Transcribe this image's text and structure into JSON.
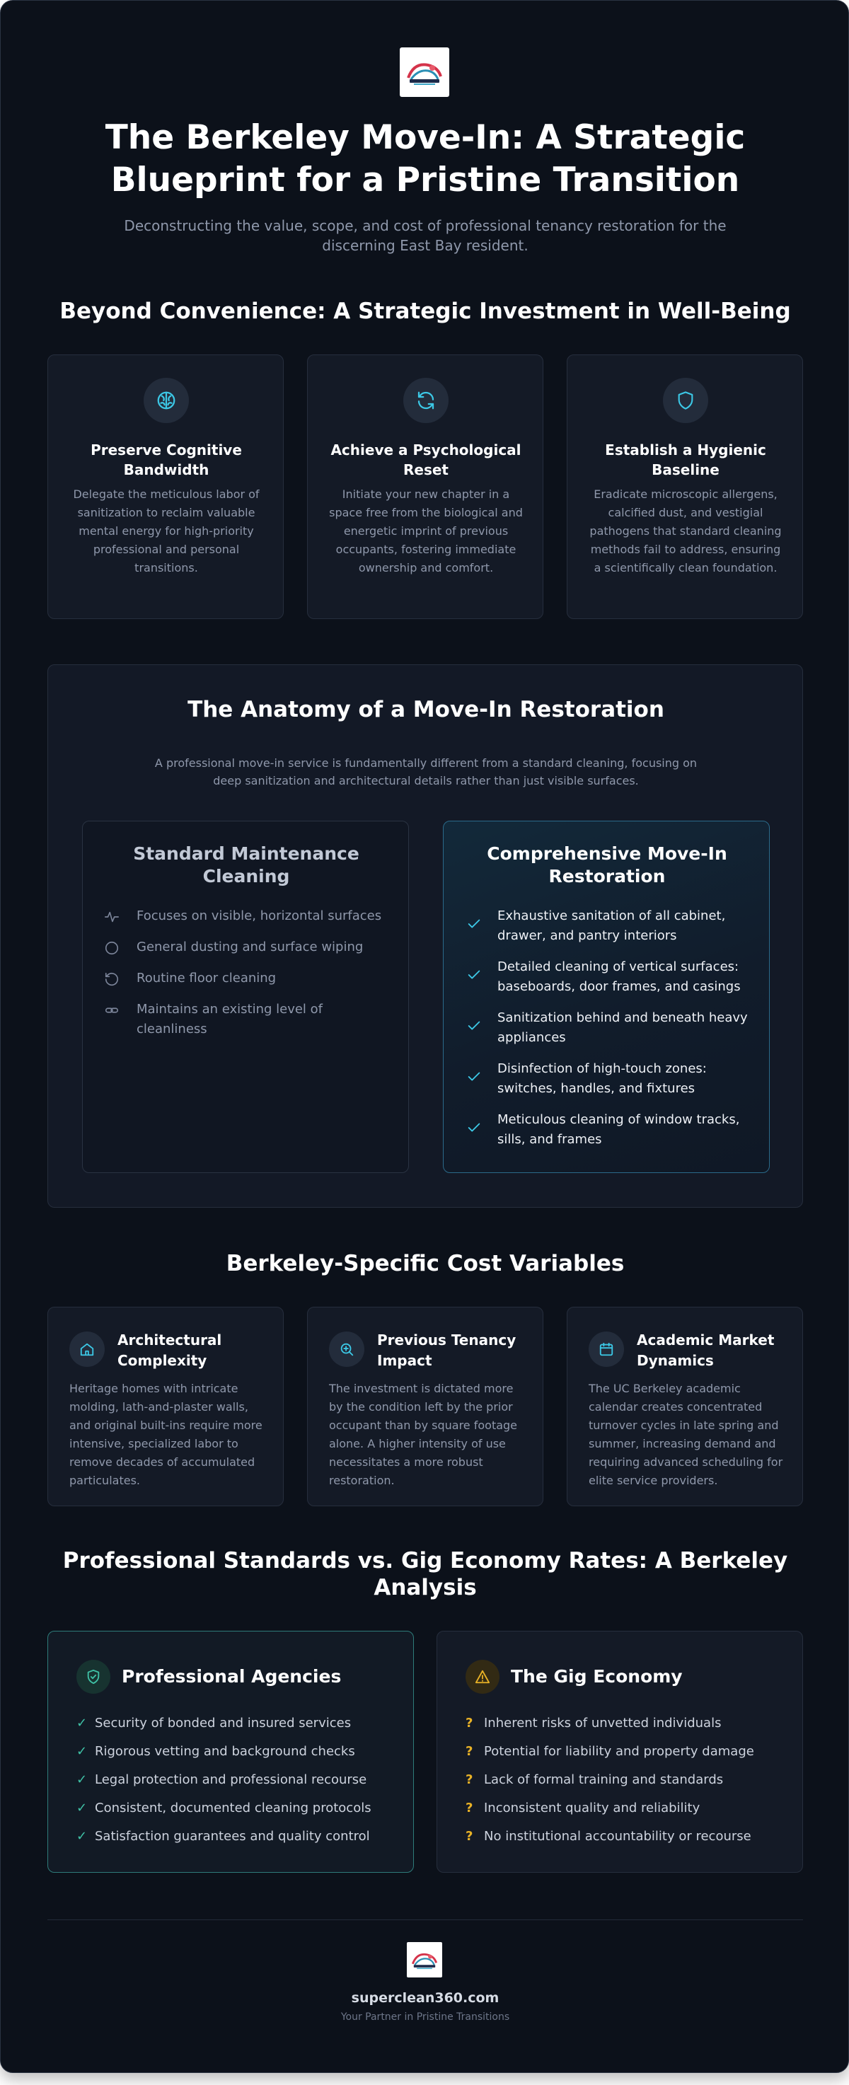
{
  "header": {
    "logo_icon": "superclean360-logo",
    "title": "The Berkeley Move-In: A Strategic Blueprint for a Pristine Transition",
    "subtitle": "Deconstructing the value, scope, and cost of professional tenancy restoration for the discerning East Bay resident."
  },
  "wellbeing": {
    "title": "Beyond Convenience: A Strategic Investment in Well-Being",
    "cards": [
      {
        "icon": "brain-icon",
        "title": "Preserve Cognitive Bandwidth",
        "text": "Delegate the meticulous labor of sanitization to reclaim valuable mental energy for high-priority professional and personal transitions."
      },
      {
        "icon": "refresh-icon",
        "title": "Achieve a Psychological Reset",
        "text": "Initiate your new chapter in a space free from the biological and energetic imprint of previous occupants, fostering immediate ownership and comfort."
      },
      {
        "icon": "shield-icon",
        "title": "Establish a Hygienic Baseline",
        "text": "Eradicate microscopic allergens, calcified dust, and vestigial pathogens that standard cleaning methods fail to address, ensuring a scientifically clean foundation."
      }
    ]
  },
  "anatomy": {
    "title": "The Anatomy of a Move-In Restoration",
    "description": "A professional move-in service is fundamentally different from a standard cleaning, focusing on deep sanitization and architectural details rather than just visible surfaces.",
    "standard": {
      "title": "Standard Maintenance Cleaning",
      "items": [
        {
          "icon": "pulse-icon",
          "text": "Focuses on visible, horizontal surfaces"
        },
        {
          "icon": "circle-icon",
          "text": "General dusting and surface wiping"
        },
        {
          "icon": "rotate-icon",
          "text": "Routine floor cleaning"
        },
        {
          "icon": "link-icon",
          "text": "Maintains an existing level of cleanliness"
        }
      ]
    },
    "comprehensive": {
      "title": "Comprehensive Move-In Restoration",
      "items": [
        "Exhaustive sanitation of all cabinet, drawer, and pantry interiors",
        "Detailed cleaning of vertical surfaces: baseboards, door frames, and casings",
        "Sanitization behind and beneath heavy appliances",
        "Disinfection of high-touch zones: switches, handles, and fixtures",
        "Meticulous cleaning of window tracks, sills, and frames"
      ]
    }
  },
  "costs": {
    "title": "Berkeley-Specific Cost Variables",
    "cards": [
      {
        "icon": "home-icon",
        "title": "Architectural Complexity",
        "text": "Heritage homes with intricate molding, lath-and-plaster walls, and original built-ins require more intensive, specialized labor to remove decades of accumulated particulates."
      },
      {
        "icon": "search-plus-icon",
        "title": "Previous Tenancy Impact",
        "text": "The investment is dictated more by the condition left by the prior occupant than by square footage alone. A higher intensity of use necessitates a more robust restoration."
      },
      {
        "icon": "calendar-icon",
        "title": "Academic Market Dynamics",
        "text": "The UC Berkeley academic calendar creates concentrated turnover cycles in late spring and summer, increasing demand and requiring advanced scheduling for elite service providers."
      }
    ]
  },
  "comparison": {
    "title": "Professional Standards vs. Gig Economy Rates: A Berkeley Analysis",
    "professional": {
      "icon": "shield-check-icon",
      "title": "Professional Agencies",
      "mark": "✓",
      "items": [
        "Security of bonded and insured services",
        "Rigorous vetting and background checks",
        "Legal protection and professional recourse",
        "Consistent, documented cleaning protocols",
        "Satisfaction guarantees and quality control"
      ]
    },
    "gig": {
      "icon": "warning-icon",
      "title": "The Gig Economy",
      "mark": "?",
      "items": [
        "Inherent risks of unvetted individuals",
        "Potential for liability and property damage",
        "Lack of formal training and standards",
        "Inconsistent quality and reliability",
        "No institutional accountability or recourse"
      ]
    }
  },
  "footer": {
    "site": "superclean360.com",
    "tagline": "Your Partner in Pristine Transitions"
  },
  "colors": {
    "background": "#0c111a",
    "card": "#141a26",
    "accent_cyan": "#3cc8e6",
    "accent_teal": "#3fc2a6",
    "accent_amber": "#e9b226"
  }
}
